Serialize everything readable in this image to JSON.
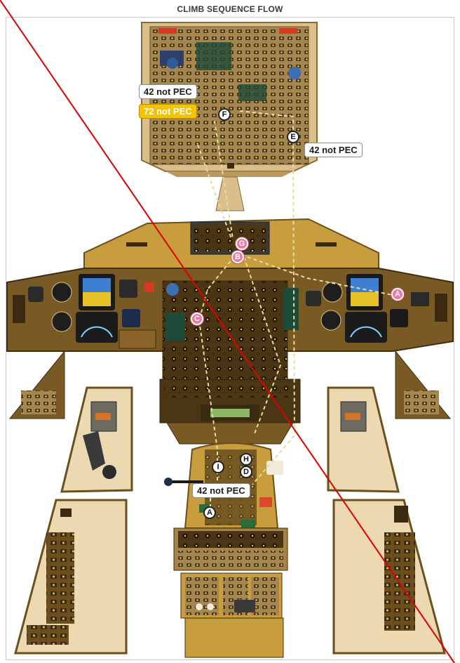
{
  "title": "CLIMB SEQUENCE FLOW",
  "callouts": {
    "c1": "42 not PEC",
    "c2": "72 not PEC",
    "c3": "42 not PEC",
    "c4": "42 not PEC"
  },
  "markers": {
    "F": "F",
    "E": "E",
    "G": "G",
    "B": "B",
    "A_right": "A",
    "C": "C",
    "H": "H",
    "D": "D",
    "I": "I",
    "A_pedestal": "A"
  },
  "colors": {
    "panel_brown": "#7a5a24",
    "panel_tan": "#d9bf8c",
    "panel_dark": "#3f2d12",
    "pink_marker": "#ec7aa0",
    "yellow_callout": "#f2c400",
    "flow_line": "#e6dd9a",
    "red_line": "#e00000"
  }
}
